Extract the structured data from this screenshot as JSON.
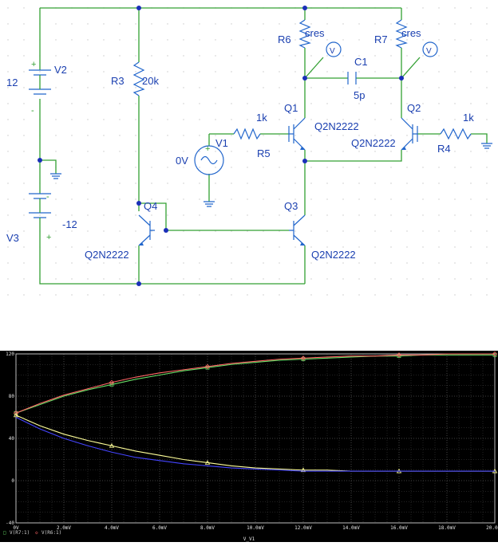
{
  "schematic": {
    "v2": {
      "name": "V2",
      "value": "12",
      "plus": "+",
      "minus": "-"
    },
    "v3": {
      "name": "V3",
      "value": "-12",
      "plus": "+",
      "minus": "-"
    },
    "r3": {
      "name": "R3",
      "value": "20k"
    },
    "r6": {
      "name": "R6",
      "value": "cres"
    },
    "r7": {
      "name": "R7",
      "value": "cres"
    },
    "c1": {
      "name": "C1",
      "value": "5p"
    },
    "r5": {
      "name": "R5",
      "value": "1k"
    },
    "r4": {
      "name": "R4",
      "value": "1k"
    },
    "v1": {
      "name": "V1",
      "value": "0V",
      "plus": "+"
    },
    "q1": {
      "name": "Q1",
      "model": "Q2N2222"
    },
    "q2": {
      "name": "Q2",
      "model": "Q2N2222"
    },
    "q3": {
      "name": "Q3",
      "model": "Q2N2222"
    },
    "q4": {
      "name": "Q4",
      "model": "Q2N2222"
    },
    "probe_symbol": "V"
  },
  "plot": {
    "background": "#000000",
    "x_ticks": [
      "0V",
      "2.0mV",
      "4.0mV",
      "6.0mV",
      "8.0mV",
      "10.0mV",
      "12.0mV",
      "14.0mV",
      "16.0mV",
      "18.0mV",
      "20.0mV"
    ],
    "y_ticks": [
      "120",
      "80",
      "40",
      "0",
      "-40"
    ],
    "legend": [
      {
        "marker": "□",
        "text": "V(R7:1)",
        "color": "#66dd66"
      },
      {
        "marker": "◇",
        "text": "V(R6:1)",
        "color": "#ff6666"
      }
    ],
    "x_axis_label": "V_V1"
  },
  "chart_data": {
    "type": "line",
    "xlabel": "V_V1",
    "ylabel": "",
    "xlim": [
      0,
      20
    ],
    "ylim": [
      -40,
      120
    ],
    "x": [
      0,
      1,
      2,
      3,
      4,
      5,
      6,
      7,
      8,
      9,
      10,
      11,
      12,
      13,
      14,
      15,
      16,
      17,
      18,
      19,
      20
    ],
    "series": [
      {
        "name": "V(R7:1)",
        "color": "#66dd66",
        "marker": "square",
        "values": [
          64,
          72,
          80,
          86,
          91,
          96,
          100,
          104,
          107,
          110,
          112,
          114,
          115,
          116,
          117,
          118,
          118,
          119,
          119,
          119,
          119
        ]
      },
      {
        "name": "V(R6:1)",
        "color": "#ff6666",
        "marker": "diamond",
        "values": [
          64,
          73,
          81,
          87,
          93,
          98,
          102,
          105,
          108,
          111,
          113,
          115,
          116,
          117,
          118,
          118,
          119,
          119,
          120,
          120,
          120
        ]
      },
      {
        "color": "#ffff99",
        "marker": "triangle",
        "values": [
          62,
          52,
          44,
          38,
          33,
          28,
          24,
          20,
          17,
          14,
          12,
          11,
          10,
          10,
          9,
          9,
          9,
          9,
          9,
          9,
          9
        ]
      },
      {
        "color": "#4444ff",
        "values": [
          60,
          49,
          40,
          33,
          27,
          22,
          19,
          16,
          14,
          12,
          11,
          10,
          9,
          9,
          9,
          9,
          9,
          9,
          9,
          9,
          9
        ]
      }
    ]
  }
}
